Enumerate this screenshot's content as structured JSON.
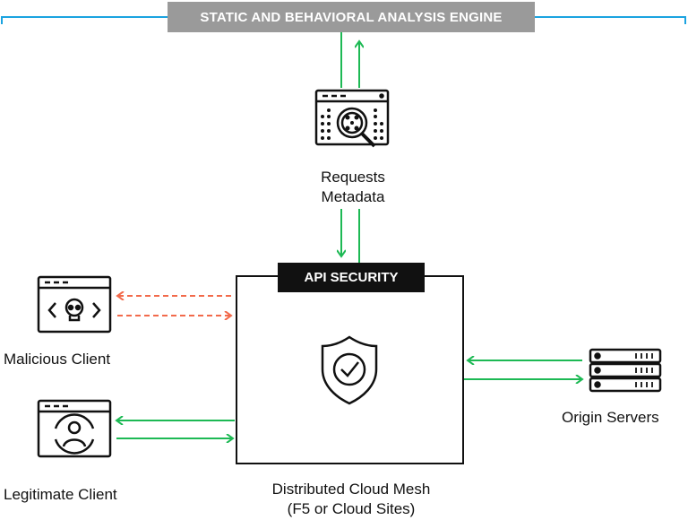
{
  "engine_label": "STATIC AND BEHAVIORAL ANALYSIS ENGINE",
  "requests_metadata": [
    "Requests",
    "Metadata"
  ],
  "api_security_label": "API SECURITY",
  "malicious_client": "Malicious Client",
  "legitimate_client": "Legitimate Client",
  "origin_servers": "Origin Servers",
  "mesh": [
    "Distributed Cloud Mesh",
    "(F5 or Cloud Sites)"
  ],
  "colors": {
    "green": "#1db954",
    "red": "#f26a4b",
    "blue": "#1ba3e0",
    "gray": "#9a9a9a"
  }
}
